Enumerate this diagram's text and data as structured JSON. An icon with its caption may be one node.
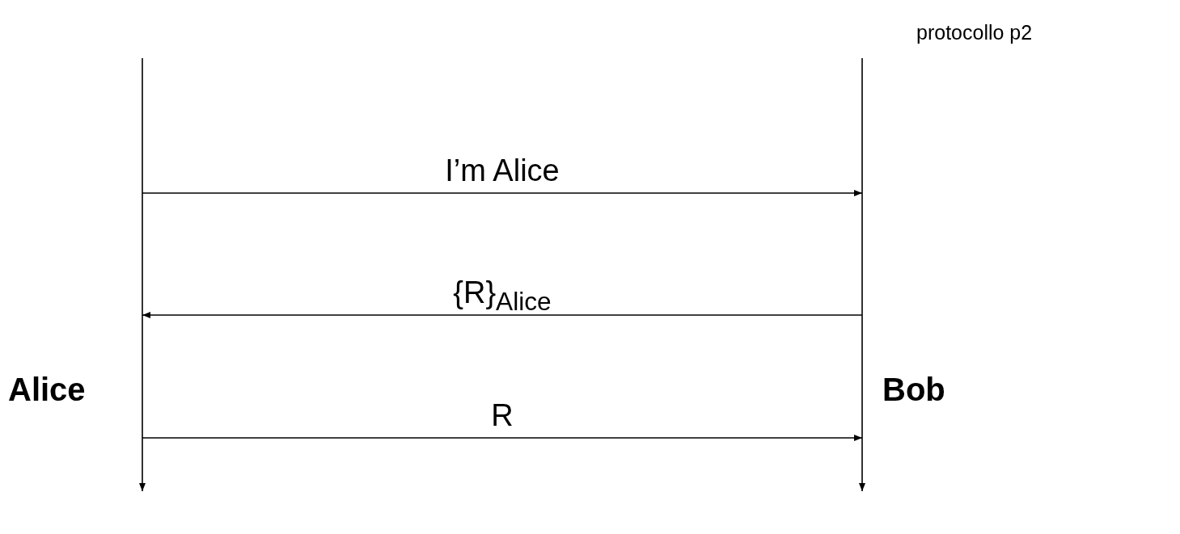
{
  "diagram": {
    "nodes": [
      {
        "text": [
          "Alice"
        ]
      },
      {
        "text": [
          "Bob"
        ]
      }
    ],
    "edges": [
      {
        "from": 0,
        "to": 1,
        "arrow": "to",
        "label": "I’m Alice"
      },
      {
        "from": 1,
        "to": 0,
        "arrow": "to",
        "label": "{R}$_{Alice}$"
      },
      {
        "from": 0,
        "to": 1,
        "arrow": "to",
        "label": "R"
      }
    ],
    "labels": [
      "protocollo p2"
    ]
  }
}
